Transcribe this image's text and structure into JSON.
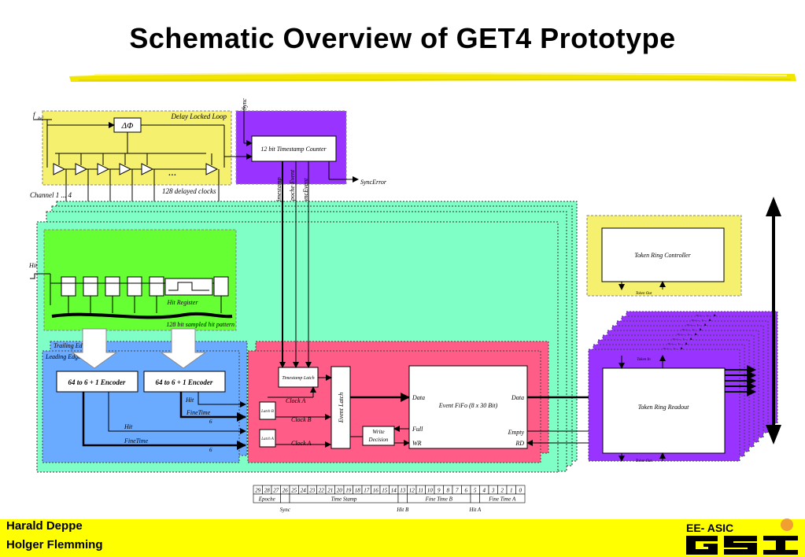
{
  "title": "Schematic Overview of GET4 Prototype",
  "dll": {
    "title": "Delay Locked Loop",
    "phase_label": "ΔΦ",
    "fref_label": "f",
    "fref_sub": "Ref",
    "ellipsis": "...",
    "delayed_clocks_label": "128 delayed clocks",
    "channel_label": "Channel 1 ... 4"
  },
  "timestamp_counter": {
    "label": "12 bit Timestamp Counter",
    "sync_label": "Sync",
    "sync_error_label": "SyncError",
    "vertical_labels": [
      "Timestamp",
      "Epoche Event",
      "SyncEvent"
    ]
  },
  "hit_register": {
    "hit_input_label": "Hit",
    "register_label": "Hit Register",
    "sampled_label": "128 bit sampled hit pattern"
  },
  "encoders": {
    "trailing_label": "Trailing Edge",
    "leading_label": "Leading Edge",
    "encoder_label": "64 to 6 + 1 Encoder",
    "hit_label": "Hit",
    "finetime_label": "FineTime",
    "bus_width": "6"
  },
  "event_logic": {
    "timestamp_latch": "Timestamp Latch",
    "latch_b": "Latch B",
    "latch_a": "Latch A",
    "clock_a": "Clock A",
    "clock_b": "Clock B",
    "event_latch": "Event Latch",
    "write_decision": [
      "Write",
      "Decision"
    ],
    "fifo_label": "Event FiFo (8 x 30 Bit)",
    "data_in": "Data",
    "data_out": "Data",
    "full": "Full",
    "wr": "WR",
    "empty": "Empty",
    "rd": "RD"
  },
  "token_ring": {
    "controller_label": "Token Ring Controller",
    "readout_label": "Token Ring Readout",
    "token_out": "Token Out",
    "token_in": "Token In"
  },
  "bit_field": {
    "bits": [
      "29",
      "28",
      "27",
      "26",
      "25",
      "24",
      "23",
      "22",
      "21",
      "20",
      "19",
      "18",
      "17",
      "16",
      "15",
      "14",
      "13",
      "12",
      "11",
      "10",
      "9",
      "8",
      "7",
      "6",
      "5",
      "4",
      "3",
      "2",
      "1",
      "0"
    ],
    "fields": [
      "Epoche",
      "Time Stamp",
      "Fine Time B",
      "Fine Time A"
    ],
    "below": [
      "Sync",
      "Hit B",
      "Hit A"
    ]
  },
  "footer": {
    "authors": [
      "Harald Deppe",
      "Holger Flemming"
    ],
    "group": "EE- ASIC",
    "logo_text": "GSI"
  },
  "colors": {
    "dll_bg": "#f5f06e",
    "counter_bg": "#9933ff",
    "channel_bg": "#7fffc6",
    "hit_register_bg": "#66ff33",
    "encoder_bg": "#6aaaff",
    "event_bg": "#ff5c88",
    "controller_bg": "#f5f06e",
    "readout_bg": "#9933ff",
    "footer_bg": "#ffff00"
  }
}
